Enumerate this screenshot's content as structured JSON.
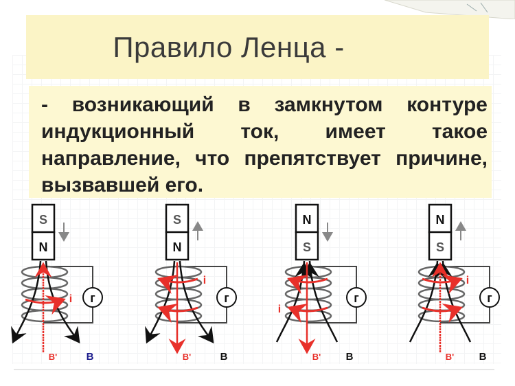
{
  "title": "Правило Ленца -",
  "definition": "-  возникающий в замкнутом контуре индукционный ток, имеет такое направление, что препятствует причине, вызвавшей его.",
  "colors": {
    "title_bg": "#fbf4c6",
    "text_bg": "#fdf8d2",
    "current": "#e8302a",
    "field": "#111111"
  },
  "panels": [
    {
      "top_pole": "S",
      "bottom_pole": "N",
      "magnet_motion": "down",
      "induced_field_dir": "up",
      "current_label": "i",
      "galvanometer_label": "г",
      "induced_field_label": "B'",
      "field_label": "B",
      "field_label_color": "#1a1a8c"
    },
    {
      "top_pole": "S",
      "bottom_pole": "N",
      "magnet_motion": "up",
      "induced_field_dir": "down",
      "current_label": "i",
      "galvanometer_label": "г",
      "induced_field_label": "B'",
      "field_label": "B",
      "field_label_color": "#111111"
    },
    {
      "top_pole": "N",
      "bottom_pole": "S",
      "magnet_motion": "down",
      "induced_field_dir": "down",
      "current_label": "i",
      "galvanometer_label": "г",
      "induced_field_label": "B'",
      "field_label": "B",
      "field_label_color": "#111111"
    },
    {
      "top_pole": "N",
      "bottom_pole": "S",
      "magnet_motion": "up",
      "induced_field_dir": "up",
      "current_label": "i",
      "galvanometer_label": "г",
      "induced_field_label": "B'",
      "field_label": "B",
      "field_label_color": "#111111"
    }
  ]
}
